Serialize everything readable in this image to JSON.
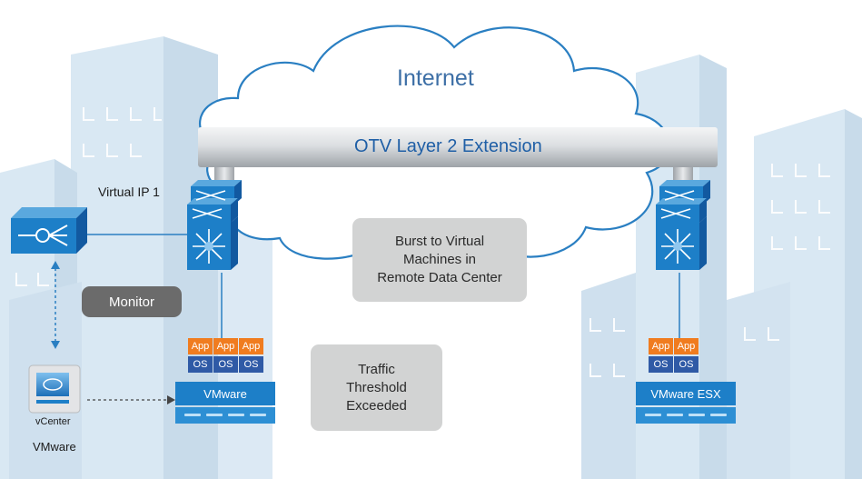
{
  "internet_label": "Internet",
  "otv_label": "OTV Layer 2 Extension",
  "virtual_ip_label": "Virtual IP 1",
  "monitor_label": "Monitor",
  "burst_line1": "Burst to Virtual",
  "burst_line2": "Machines in",
  "burst_line3": "Remote Data Center",
  "traffic_line1": "Traffic",
  "traffic_line2": "Threshold",
  "traffic_line3": "Exceeded",
  "app_label": "App",
  "os_label": "OS",
  "left_host_label": "VMware",
  "right_host_label": "VMware ESX",
  "vcenter_label": "vCenter",
  "vcenter_caption": "VMware",
  "colors": {
    "accent_blue": "#1d7fc8",
    "app_orange": "#f07c1f",
    "os_blue": "#2f5aa6",
    "note_gray": "#d2d3d3",
    "monitor_dark": "#6b6b6b"
  }
}
